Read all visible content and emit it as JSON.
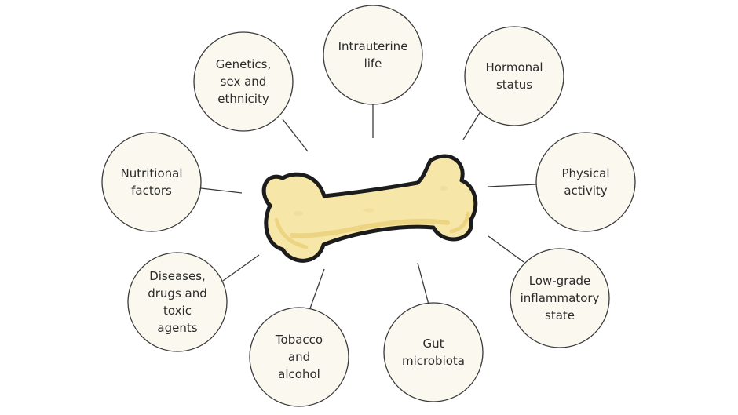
{
  "center": {
    "icon": "bone-icon"
  },
  "factors": [
    {
      "id": "genetics",
      "lines": [
        "Genetics,",
        "sex and",
        "ethnicity"
      ]
    },
    {
      "id": "intrauterine",
      "lines": [
        "Intrauterine",
        "life"
      ]
    },
    {
      "id": "hormonal",
      "lines": [
        "Hormonal",
        "status"
      ]
    },
    {
      "id": "nutritional",
      "lines": [
        "Nutritional",
        "factors"
      ]
    },
    {
      "id": "physical",
      "lines": [
        "Physical",
        "activity"
      ]
    },
    {
      "id": "diseases",
      "lines": [
        "Diseases,",
        "drugs and",
        "toxic",
        "agents"
      ]
    },
    {
      "id": "tobacco",
      "lines": [
        "Tobacco",
        "and",
        "alcohol"
      ]
    },
    {
      "id": "gut",
      "lines": [
        "Gut",
        "microbiota"
      ]
    },
    {
      "id": "inflammatory",
      "lines": [
        "Low-grade",
        "inflammatory",
        "state"
      ]
    }
  ],
  "colors": {
    "circle_fill": "#fbf8f0",
    "outline": "#3a3a3a",
    "bone_fill": "#f6e7a8",
    "bone_shade": "#e8cc72",
    "text": "#2b2b2b"
  }
}
